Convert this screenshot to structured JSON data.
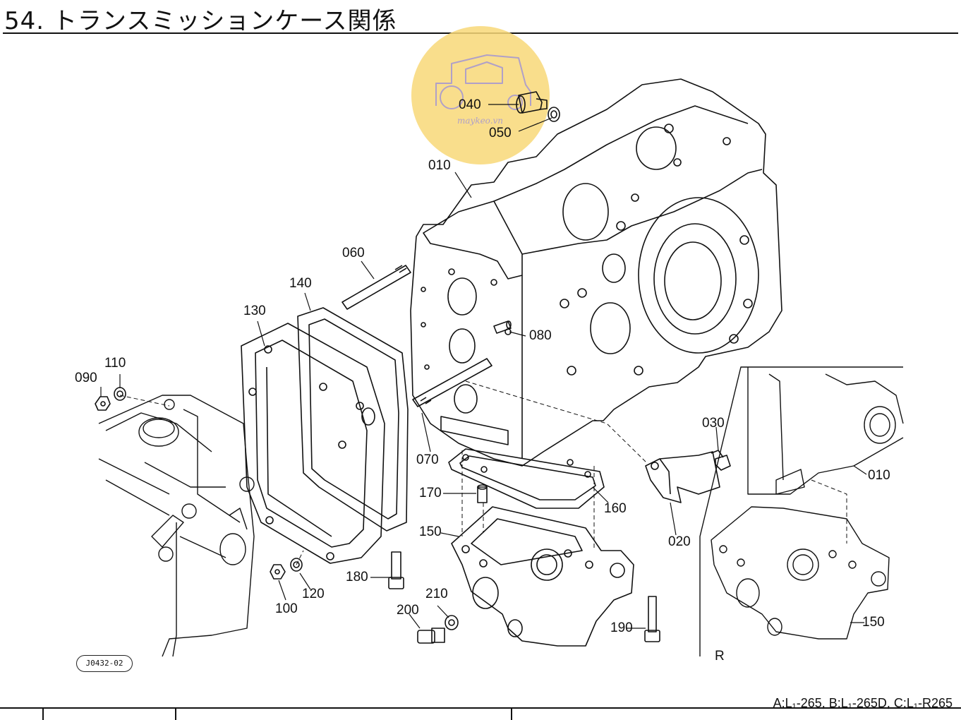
{
  "page": {
    "title": "54. トランスミッションケース関係",
    "drawing_code": "J0432-02",
    "footer_note": "A:L₁-265,  B:L₁-265D,  C:L₁-R265",
    "inset_label": "R",
    "watermark_text": "maykeo.vn"
  },
  "parts": [
    {
      "id": "p010a",
      "label": "010"
    },
    {
      "id": "p010b",
      "label": "010"
    },
    {
      "id": "p020",
      "label": "020"
    },
    {
      "id": "p030",
      "label": "030"
    },
    {
      "id": "p040",
      "label": "040"
    },
    {
      "id": "p050",
      "label": "050"
    },
    {
      "id": "p060",
      "label": "060"
    },
    {
      "id": "p070",
      "label": "070"
    },
    {
      "id": "p080",
      "label": "080"
    },
    {
      "id": "p090",
      "label": "090"
    },
    {
      "id": "p100",
      "label": "100"
    },
    {
      "id": "p110",
      "label": "110"
    },
    {
      "id": "p120",
      "label": "120"
    },
    {
      "id": "p130",
      "label": "130"
    },
    {
      "id": "p140",
      "label": "140"
    },
    {
      "id": "p150a",
      "label": "150"
    },
    {
      "id": "p150b",
      "label": "150"
    },
    {
      "id": "p160",
      "label": "160"
    },
    {
      "id": "p170",
      "label": "170"
    },
    {
      "id": "p180",
      "label": "180"
    },
    {
      "id": "p190",
      "label": "190"
    },
    {
      "id": "p200",
      "label": "200"
    },
    {
      "id": "p210",
      "label": "210"
    }
  ],
  "colors": {
    "ink": "#111111",
    "watermark": "#f8d878"
  }
}
